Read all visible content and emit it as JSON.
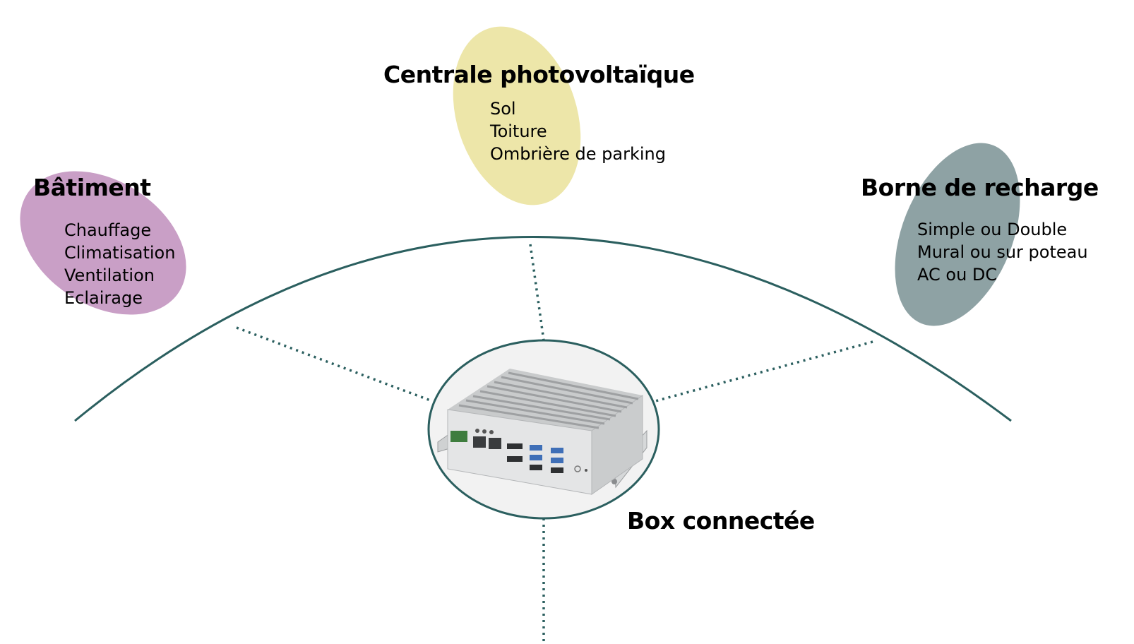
{
  "colors": {
    "accent_line": "#2b5f5f",
    "batiment_blob": "#c99fc6",
    "photovoltaique_blob": "#ede6a9",
    "borne_blob": "#8ea2a4",
    "device_bg": "#f2f2f2"
  },
  "nodes": {
    "batiment": {
      "title": "Bâtiment",
      "items": [
        "Chauffage",
        "Climatisation",
        "Ventilation",
        "Eclairage"
      ]
    },
    "photovoltaique": {
      "title": "Centrale photovoltaïque",
      "items": [
        "Sol",
        "Toiture",
        "Ombrière de parking"
      ]
    },
    "borne": {
      "title": "Borne de recharge",
      "items": [
        "Simple ou Double",
        "Mural ou sur poteau",
        "AC ou DC"
      ]
    },
    "box": {
      "title": "Box connectée",
      "icon": "industrial-pc-icon"
    }
  }
}
